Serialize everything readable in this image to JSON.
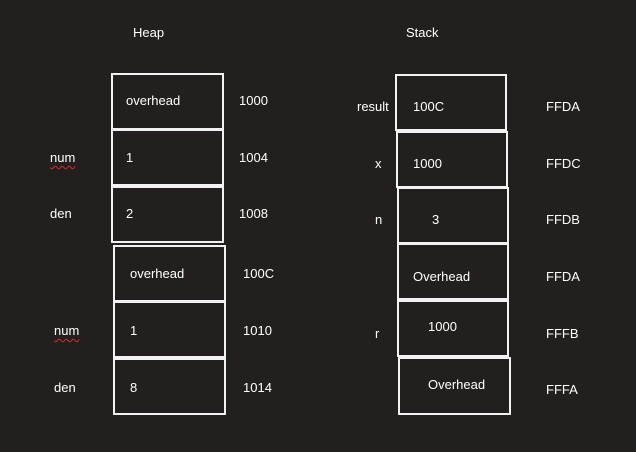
{
  "heap": {
    "title": "Heap",
    "cells": [
      {
        "label": "",
        "value": "overhead",
        "address": "1000"
      },
      {
        "label": "num",
        "value": "1",
        "address": "1004"
      },
      {
        "label": "den",
        "value": "2",
        "address": "1008"
      },
      {
        "label": "",
        "value": "overhead",
        "address": "100C"
      },
      {
        "label": "num",
        "value": "1",
        "address": "1010"
      },
      {
        "label": "den",
        "value": "8",
        "address": "1014"
      }
    ]
  },
  "stack": {
    "title": "Stack",
    "cells": [
      {
        "label": "result",
        "value": "100C",
        "address": "FFDA"
      },
      {
        "label": "x",
        "value": "1000",
        "address": "FFDC"
      },
      {
        "label": "n",
        "value": "3",
        "address": "FFDB"
      },
      {
        "label": "",
        "value": "Overhead",
        "address": "FFDA"
      },
      {
        "label": "r",
        "value": "1000",
        "address": "FFFB"
      },
      {
        "label": "",
        "value": "Overhead",
        "address": "FFFA"
      }
    ]
  }
}
